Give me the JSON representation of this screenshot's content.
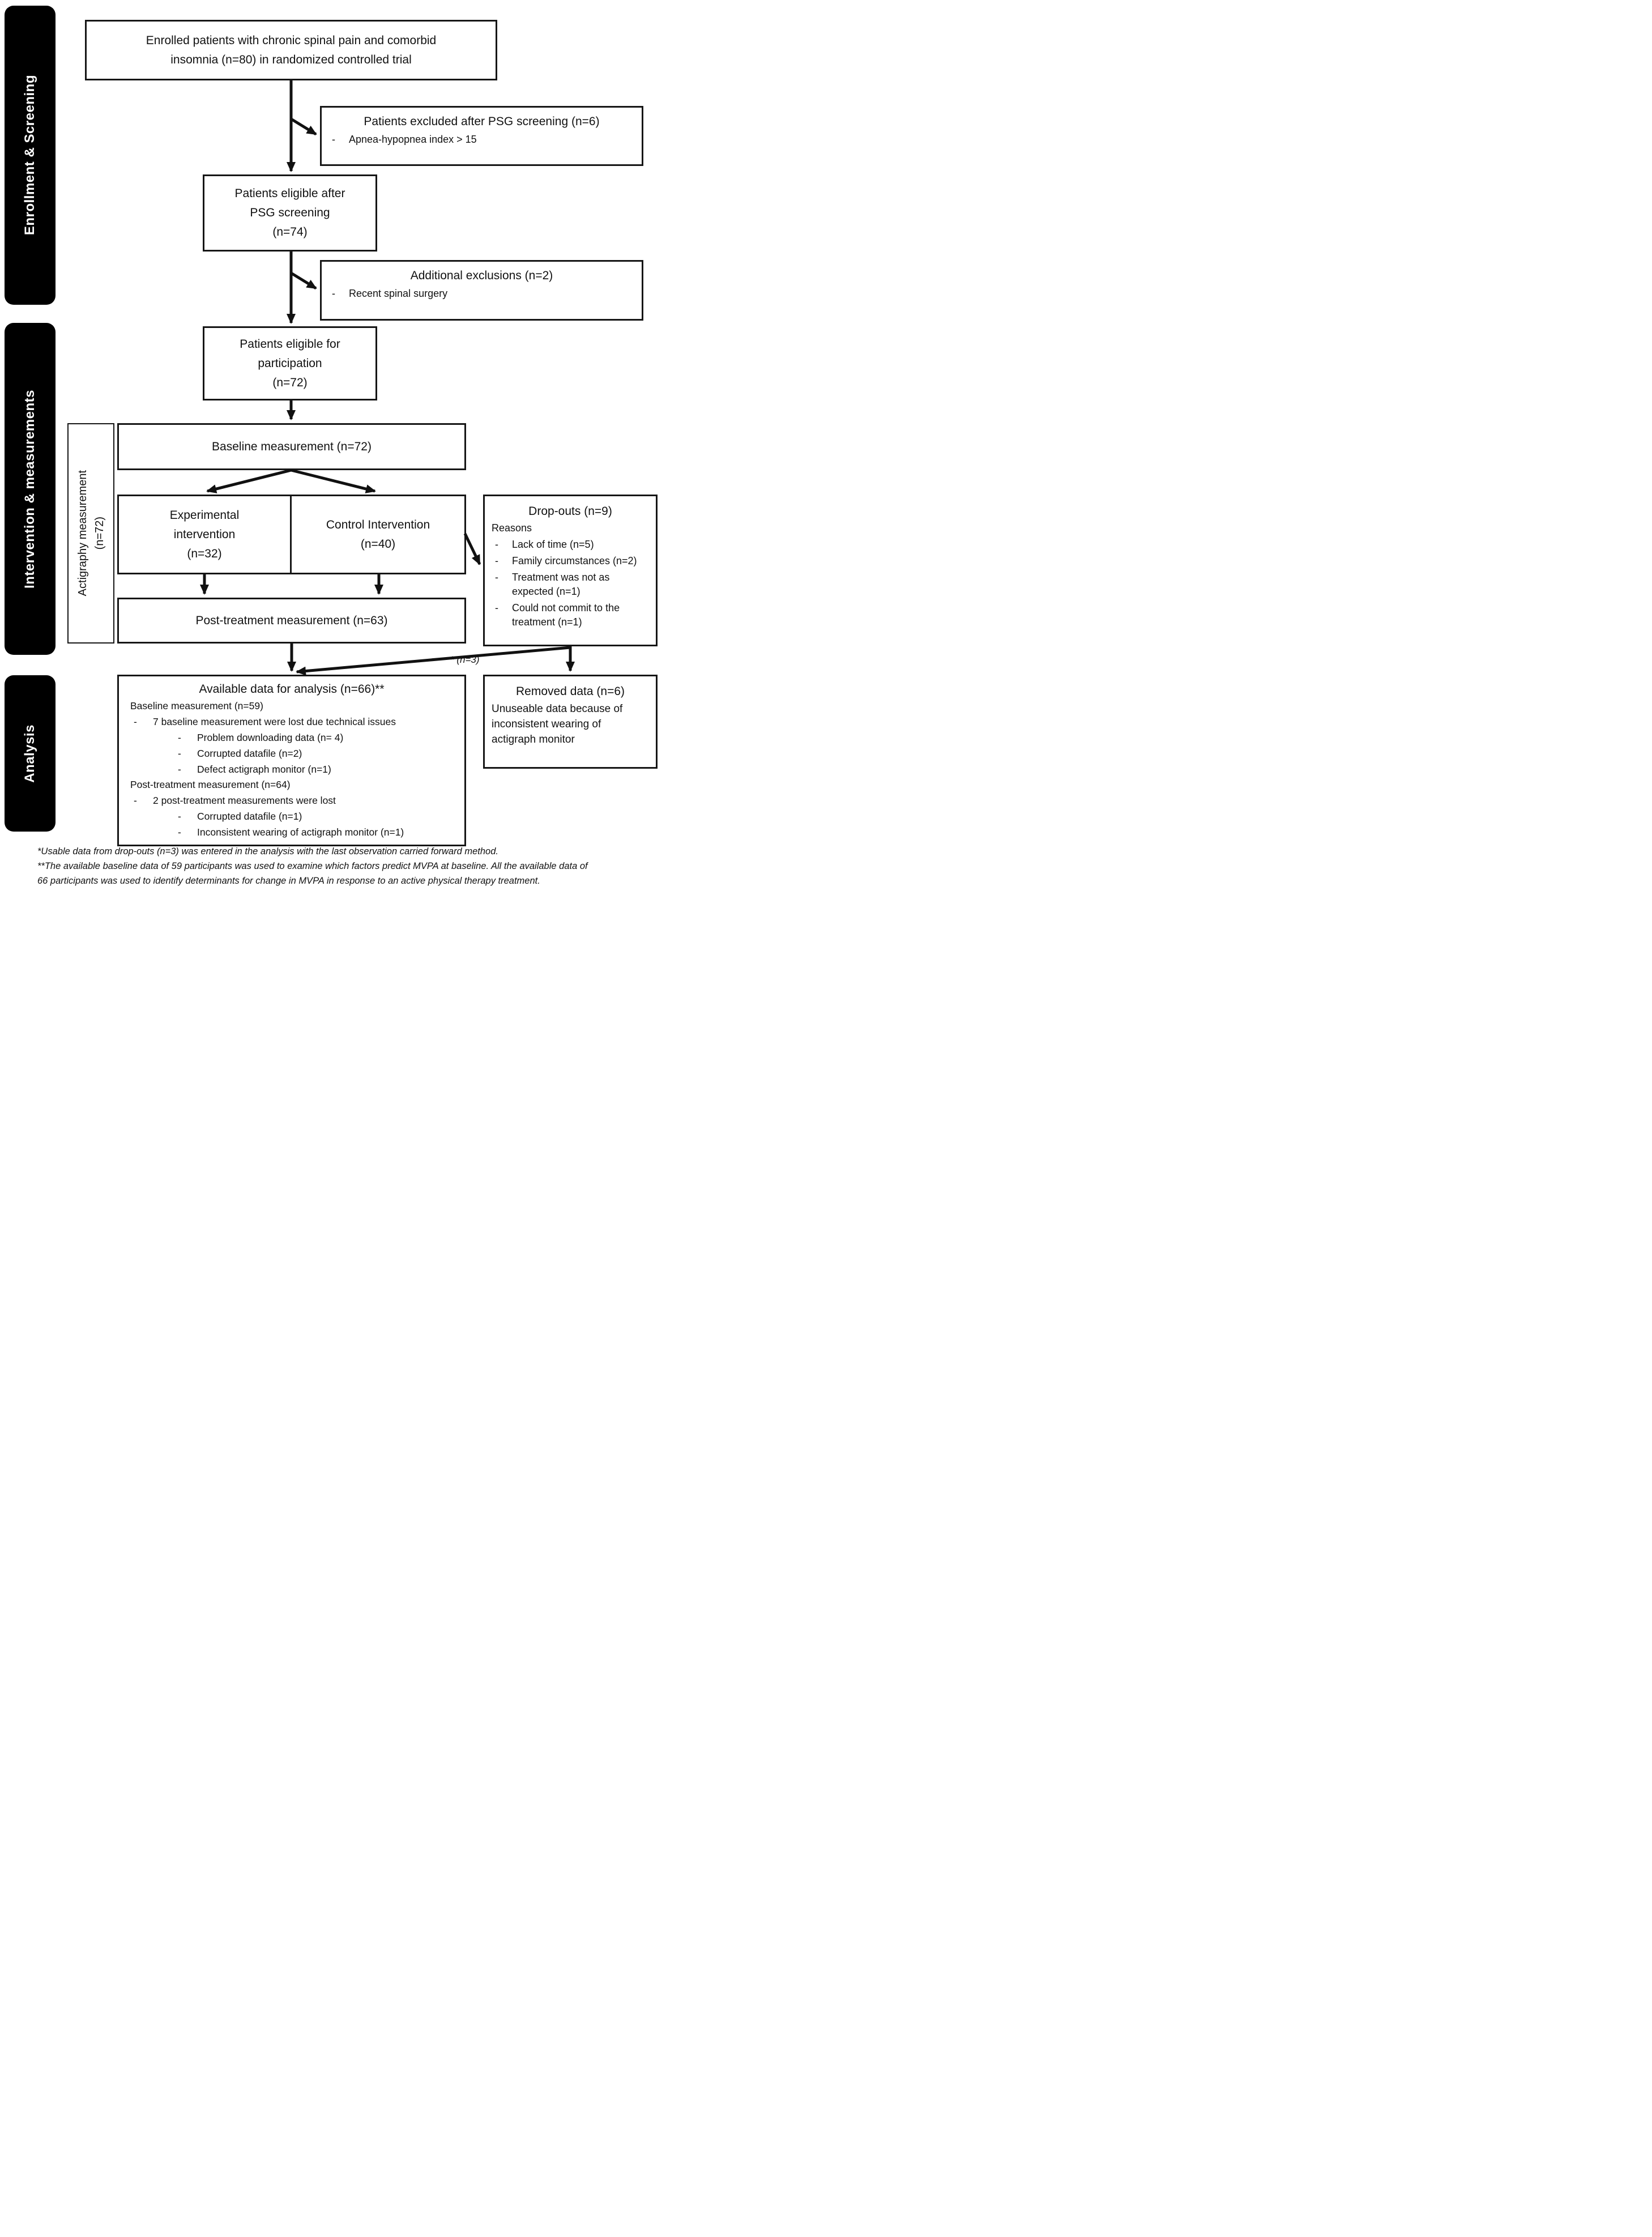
{
  "bullet_marker": "-",
  "colors": {
    "ink": "#111111",
    "box_border": "#161616",
    "panel_bg": "#000000",
    "panel_text": "#ffffff",
    "page_bg": "#ffffff"
  },
  "sidebar": {
    "sections": [
      {
        "label": "Enrollment & Screening"
      },
      {
        "label": "Intervention & measurements"
      },
      {
        "label": "Analysis"
      }
    ]
  },
  "flow": {
    "enrolled": {
      "text": "Enrolled patients with chronic spinal pain and comorbid\ninsomnia (n=80) in randomized controlled trial"
    },
    "excluded_psg": {
      "title": "Patients excluded after PSG screening (n=6)",
      "items": [
        {
          "text": "Apnea-hypopnea index > 15"
        }
      ]
    },
    "eligible_psg": {
      "text": "Patients eligible after\nPSG screening\n(n=74)"
    },
    "additional_exclusions": {
      "title": "Additional exclusions (n=2)",
      "items": [
        {
          "text": "Recent spinal surgery"
        }
      ]
    },
    "eligible_participation": {
      "text": "Patients eligible for\nparticipation\n(n=72)"
    },
    "actigraphy": {
      "text": "Actigraphy measurement\n(n=72)"
    },
    "baseline": {
      "text": "Baseline measurement (n=72)"
    },
    "experimental": {
      "text": "Experimental\nintervention\n(n=32)"
    },
    "control": {
      "text": "Control Intervention\n(n=40)"
    },
    "dropouts": {
      "title": "Drop-outs (n=9)",
      "subtitle": "Reasons",
      "items": [
        {
          "text": "Lack of time (n=5)"
        },
        {
          "text": "Family circumstances (n=2)"
        },
        {
          "text": "Treatment was not as\nexpected (n=1)"
        },
        {
          "text": "Could not commit to the\ntreatment (n=1)"
        }
      ]
    },
    "post_treatment": {
      "text": "Post-treatment measurement (n=63)"
    },
    "loc_label": "* (n=3)",
    "available": {
      "title": "Available data for analysis (n=66)**",
      "items": [
        {
          "level": 0,
          "text": "Baseline measurement (n=59)"
        },
        {
          "level": 1,
          "text": "7 baseline measurement were lost due technical issues"
        },
        {
          "level": 2,
          "text": "Problem downloading data (n= 4)"
        },
        {
          "level": 2,
          "text": "Corrupted datafile (n=2)"
        },
        {
          "level": 2,
          "text": "Defect actigraph monitor (n=1)"
        },
        {
          "level": 0,
          "text": "Post-treatment measurement (n=64)"
        },
        {
          "level": 1,
          "text": "2 post-treatment measurements were lost"
        },
        {
          "level": 2,
          "text": "Corrupted datafile (n=1)"
        },
        {
          "level": 2,
          "text": "Inconsistent wearing of actigraph monitor (n=1)"
        }
      ]
    },
    "removed": {
      "title": "Removed data (n=6)",
      "body": "Unuseable data because of\ninconsistent wearing of\nactigraph monitor"
    }
  },
  "footnotes": {
    "lines": [
      "*Usable data from drop-outs (n=3) was entered in the analysis with the last observation carried forward method.",
      "**The available baseline data of 59 participants was used to examine which factors predict MVPA at baseline. All the available data of",
      "66 participants was used to identify determinants for change in MVPA in response to an active physical therapy treatment."
    ]
  }
}
